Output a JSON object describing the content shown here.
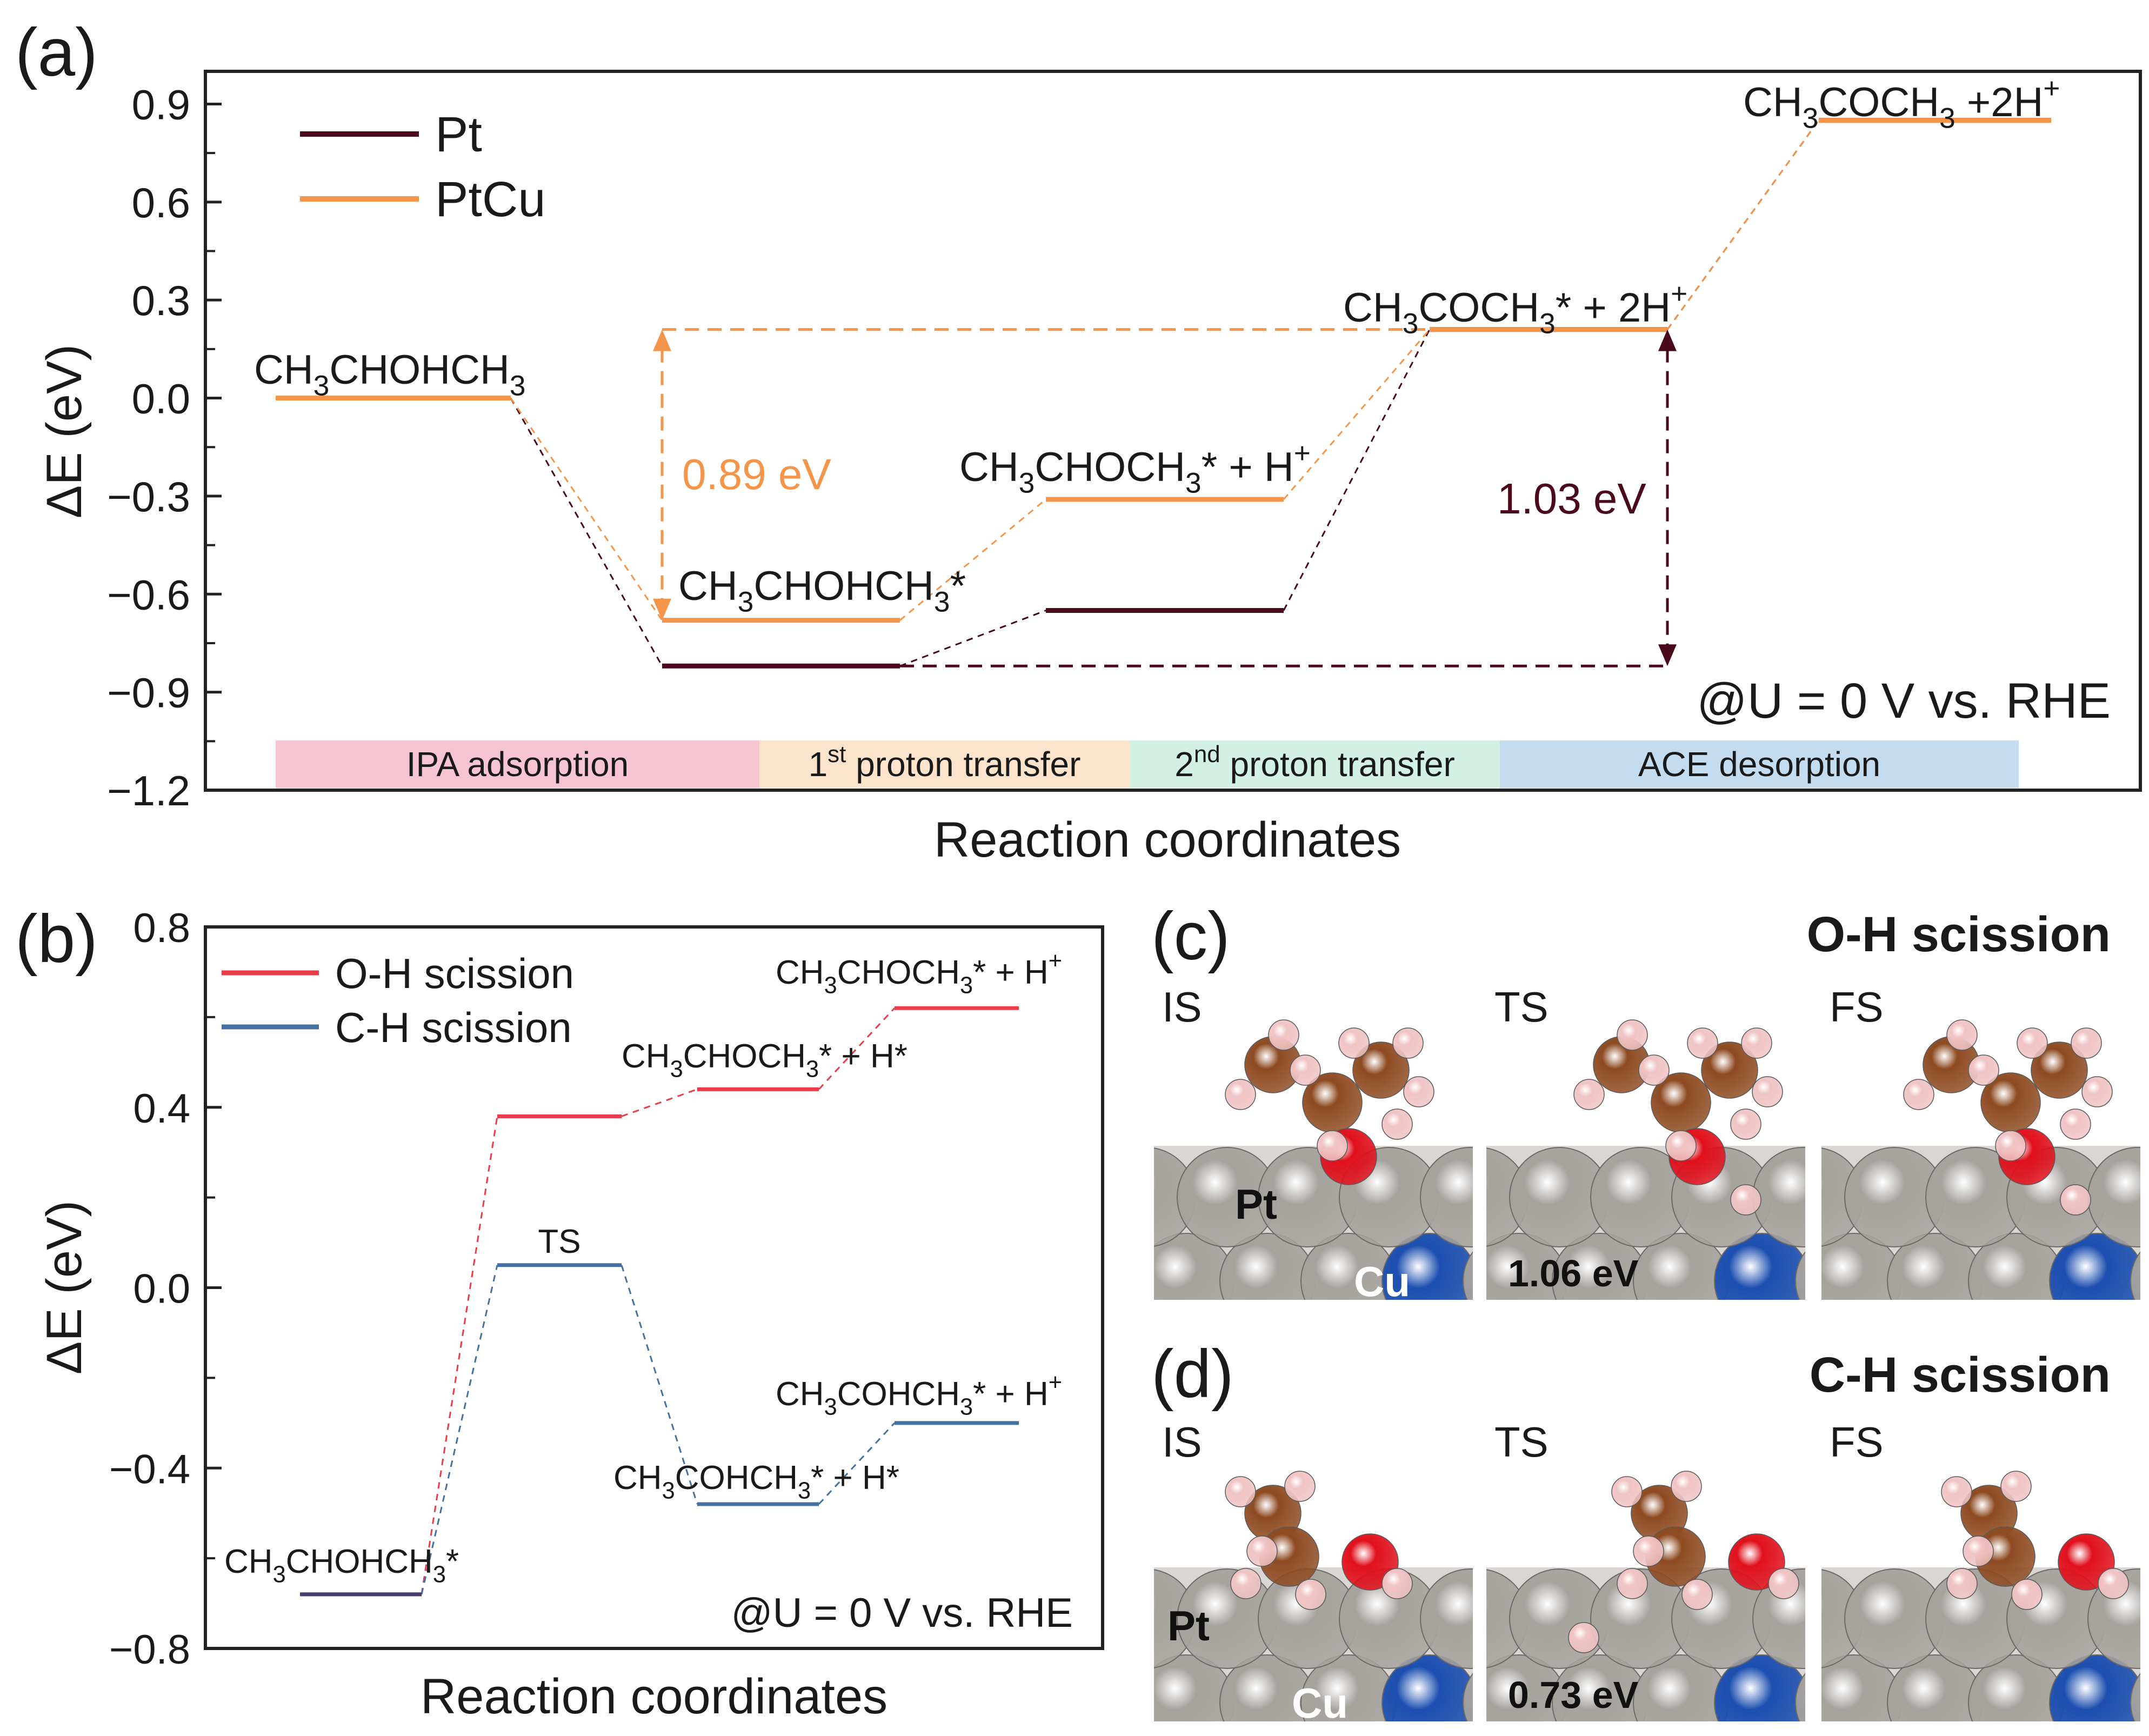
{
  "panels": {
    "a": "(a)",
    "b": "(b)",
    "c": "(c)",
    "d": "(d)"
  },
  "colors": {
    "pt": "#4a0a1c",
    "ptcu": "#f4954a",
    "oh": "#ea3c4a",
    "ch": "#4471a1",
    "frame": "#222222",
    "pt_atom": "#a6a29e",
    "cu_atom": "#1c4fb0",
    "o_atom": "#e0101c",
    "c_atom": "#8e4b22",
    "h_atom": "#f0c4c4"
  },
  "chart_data": [
    {
      "id": "a",
      "type": "line",
      "xlabel": "Reaction coordinates",
      "ylabel": "ΔE (eV)",
      "ylim": [
        -1.2,
        1.0
      ],
      "yticks": [
        "0.9",
        "0.6",
        "0.3",
        "0.0",
        "−0.3",
        "−0.6",
        "−0.9",
        "−1.2"
      ],
      "ytick_values": [
        0.9,
        0.6,
        0.3,
        0.0,
        -0.3,
        -0.6,
        -0.9,
        -1.2
      ],
      "legend": [
        "Pt",
        "PtCu"
      ],
      "legend_position": "top-left",
      "series": [
        {
          "name": "Pt",
          "values": [
            0.0,
            -0.82,
            -0.65,
            0.21,
            0.85
          ]
        },
        {
          "name": "PtCu",
          "values": [
            0.0,
            -0.68,
            -0.31,
            0.21,
            0.85
          ]
        }
      ],
      "states": [
        {
          "main": "CH",
          "sub1": "3",
          "mid": "CHOHCH",
          "sub2": "3",
          "tail": ""
        },
        {
          "main": "CH",
          "sub1": "3",
          "mid": "CHOHCH",
          "sub2": "3",
          "tail": "*"
        },
        {
          "main": "CH",
          "sub1": "3",
          "mid": "CHOCH",
          "sub2": "3",
          "tail": "* + H",
          "sup": "+"
        },
        {
          "main": "CH",
          "sub1": "3",
          "mid": "COCH",
          "sub2": "3",
          "tail": "* + 2H",
          "sup": "+"
        },
        {
          "main": "CH",
          "sub1": "3",
          "mid": "COCH",
          "sub2": "3",
          "tail": " +2H",
          "sup": "+"
        }
      ],
      "annotations": {
        "ptcu_barrier": "0.89 eV",
        "pt_barrier": "1.03 eV",
        "condition": "@U = 0 V vs. RHE"
      },
      "stages": [
        {
          "label": "IPA adsorption",
          "color": "#f7c4d3"
        },
        {
          "label": "1",
          "sup": "st",
          "rest": " proton transfer",
          "color": "#fbe3cc"
        },
        {
          "label": "2",
          "sup": "nd",
          "rest": " proton transfer",
          "color": "#d2f0e4"
        },
        {
          "label": "ACE desorption",
          "color": "#c4dcef"
        }
      ]
    },
    {
      "id": "b",
      "type": "line",
      "xlabel": "Reaction coordinates",
      "ylabel": "ΔE (eV)",
      "ylim": [
        -0.8,
        0.8
      ],
      "yticks": [
        "0.8",
        "0.4",
        "0.0",
        "−0.4",
        "−0.8"
      ],
      "ytick_values": [
        0.8,
        0.4,
        0.0,
        -0.4,
        -0.8
      ],
      "legend": [
        "O-H scission",
        "C-H scission"
      ],
      "legend_position": "top-left",
      "series": [
        {
          "name": "O-H scission",
          "values": [
            -0.68,
            0.38,
            0.44,
            0.62
          ]
        },
        {
          "name": "C-H scission",
          "values": [
            -0.68,
            0.05,
            -0.48,
            -0.3
          ]
        }
      ],
      "labels": {
        "start": {
          "a": "CH",
          "s1": "3",
          "b": "CHOHCH",
          "s2": "3",
          "c": "*"
        },
        "ts": "TS",
        "oh_mid": {
          "a": "CH",
          "s1": "3",
          "b": "CHOCH",
          "s2": "3",
          "c": "* + H*"
        },
        "oh_end": {
          "a": "CH",
          "s1": "3",
          "b": "CHOCH",
          "s2": "3",
          "c": "* + H",
          "sup": "+"
        },
        "ch_mid": {
          "a": "CH",
          "s1": "3",
          "b": "COHCH",
          "s2": "3",
          "c": "* + H*"
        },
        "ch_end": {
          "a": "CH",
          "s1": "3",
          "b": "COHCH",
          "s2": "3",
          "c": "* + H",
          "sup": "+"
        }
      },
      "annotations": {
        "condition": "@U = 0 V vs. RHE"
      }
    }
  ],
  "structures": {
    "c": {
      "title": "O-H scission",
      "states": [
        "IS",
        "TS",
        "FS"
      ],
      "barrier": "1.06 eV",
      "atom_labels": [
        "Pt",
        "Cu"
      ]
    },
    "d": {
      "title": "C-H scission",
      "states": [
        "IS",
        "TS",
        "FS"
      ],
      "barrier": "0.73 eV",
      "atom_labels": [
        "Pt",
        "Cu"
      ]
    }
  }
}
